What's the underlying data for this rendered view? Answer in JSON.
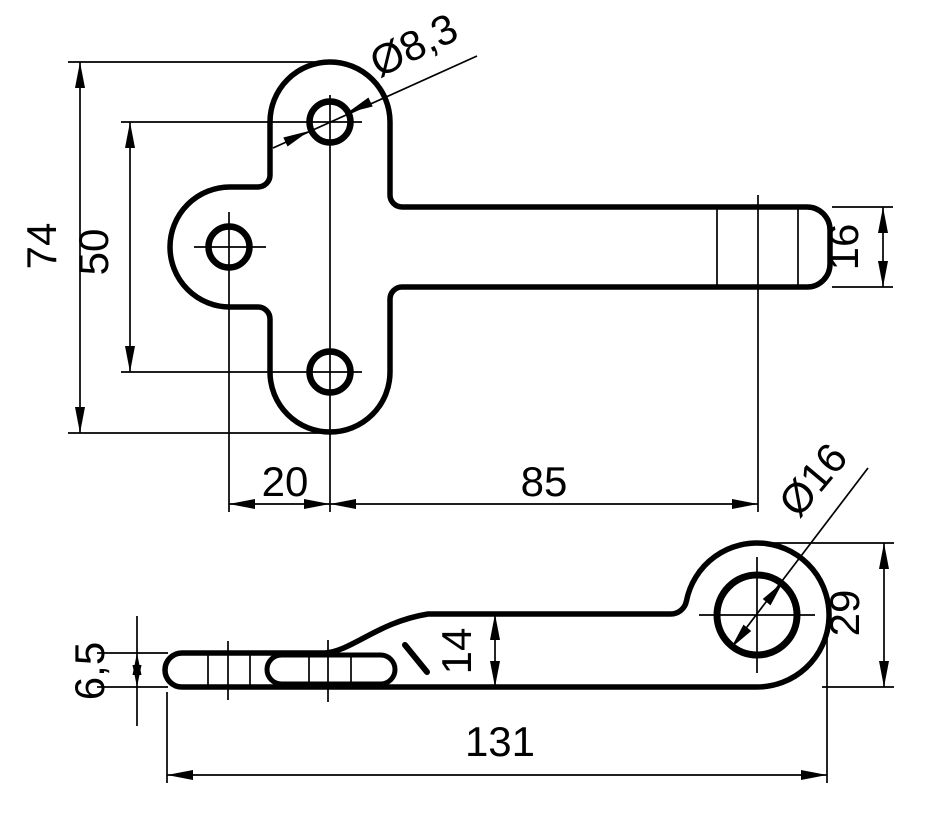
{
  "drawing": {
    "background_color": "#ffffff",
    "line_color": "#000000",
    "top_view": {
      "dims": {
        "overall_height": "74",
        "vertical_hole_spacing": "50",
        "horizontal_hole_spacing": "20",
        "hole_to_arm_end": "85",
        "arm_width": "16",
        "small_hole_diameter": "Ø8,3"
      }
    },
    "side_view": {
      "dims": {
        "plate_thickness": "6,5",
        "boss_thickness": "14",
        "eye_outer_width": "29",
        "overall_length": "131",
        "eye_hole_diameter": "Ø16"
      }
    }
  }
}
